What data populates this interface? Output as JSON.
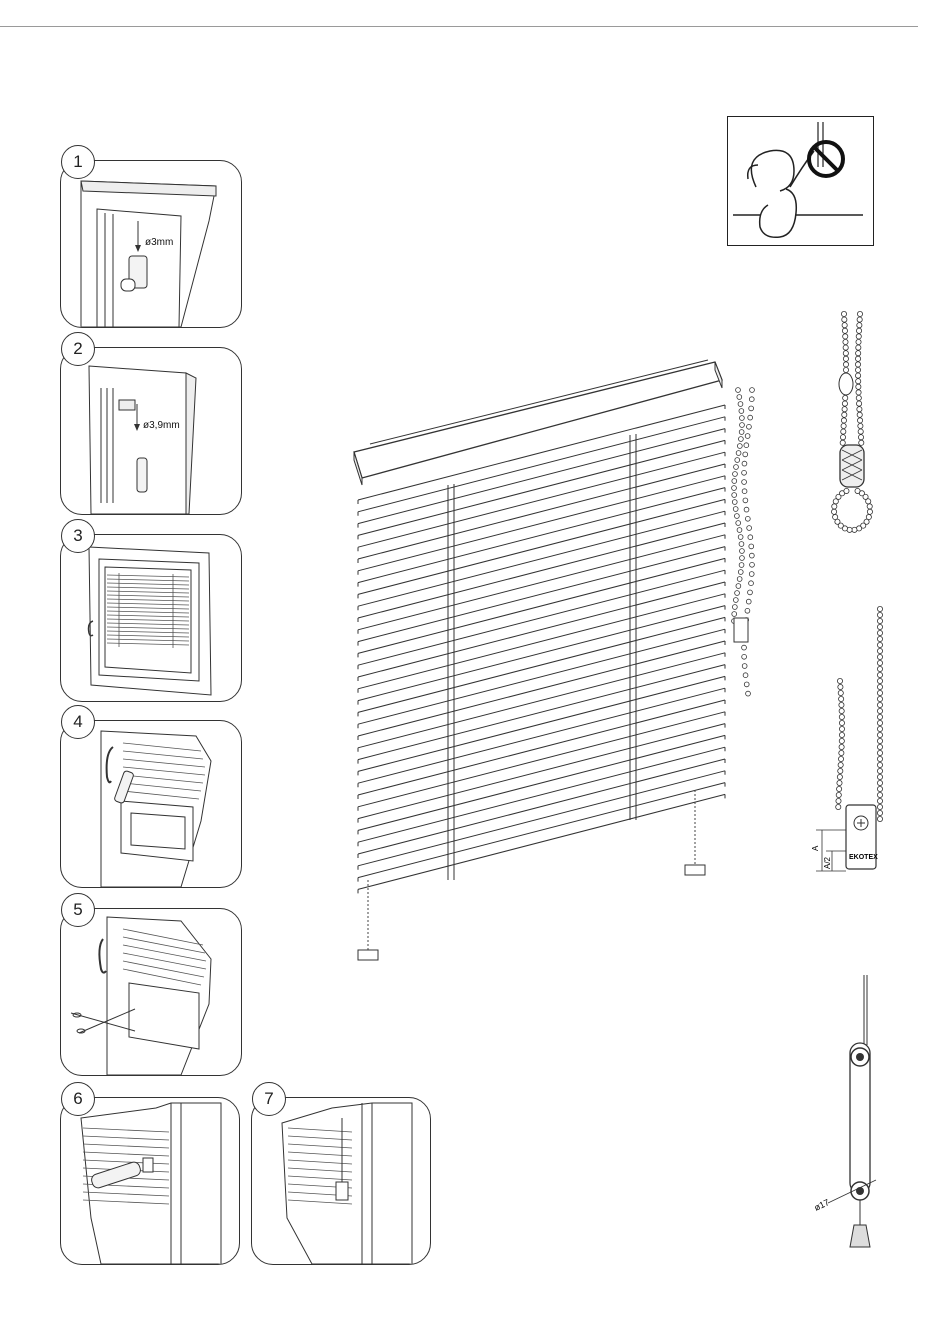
{
  "steps": [
    {
      "number": "1",
      "dimension": "ø3mm"
    },
    {
      "number": "2",
      "dimension": "ø3,9mm"
    },
    {
      "number": "3"
    },
    {
      "number": "4"
    },
    {
      "number": "5"
    },
    {
      "number": "6"
    },
    {
      "number": "7"
    }
  ],
  "chain_connector": {
    "dim_a": "A",
    "dim_a_half": "A/2",
    "brand": "EKOTEX"
  },
  "tension_device": {
    "dim_diameter": "ø17"
  },
  "icons": {
    "warning": "child-cord-hazard-icon",
    "blind": "venetian-blind-illustration",
    "bead_chain": "bead-chain-icon",
    "connector": "chain-connector-icon",
    "tensioner": "chain-tensioner-icon"
  }
}
